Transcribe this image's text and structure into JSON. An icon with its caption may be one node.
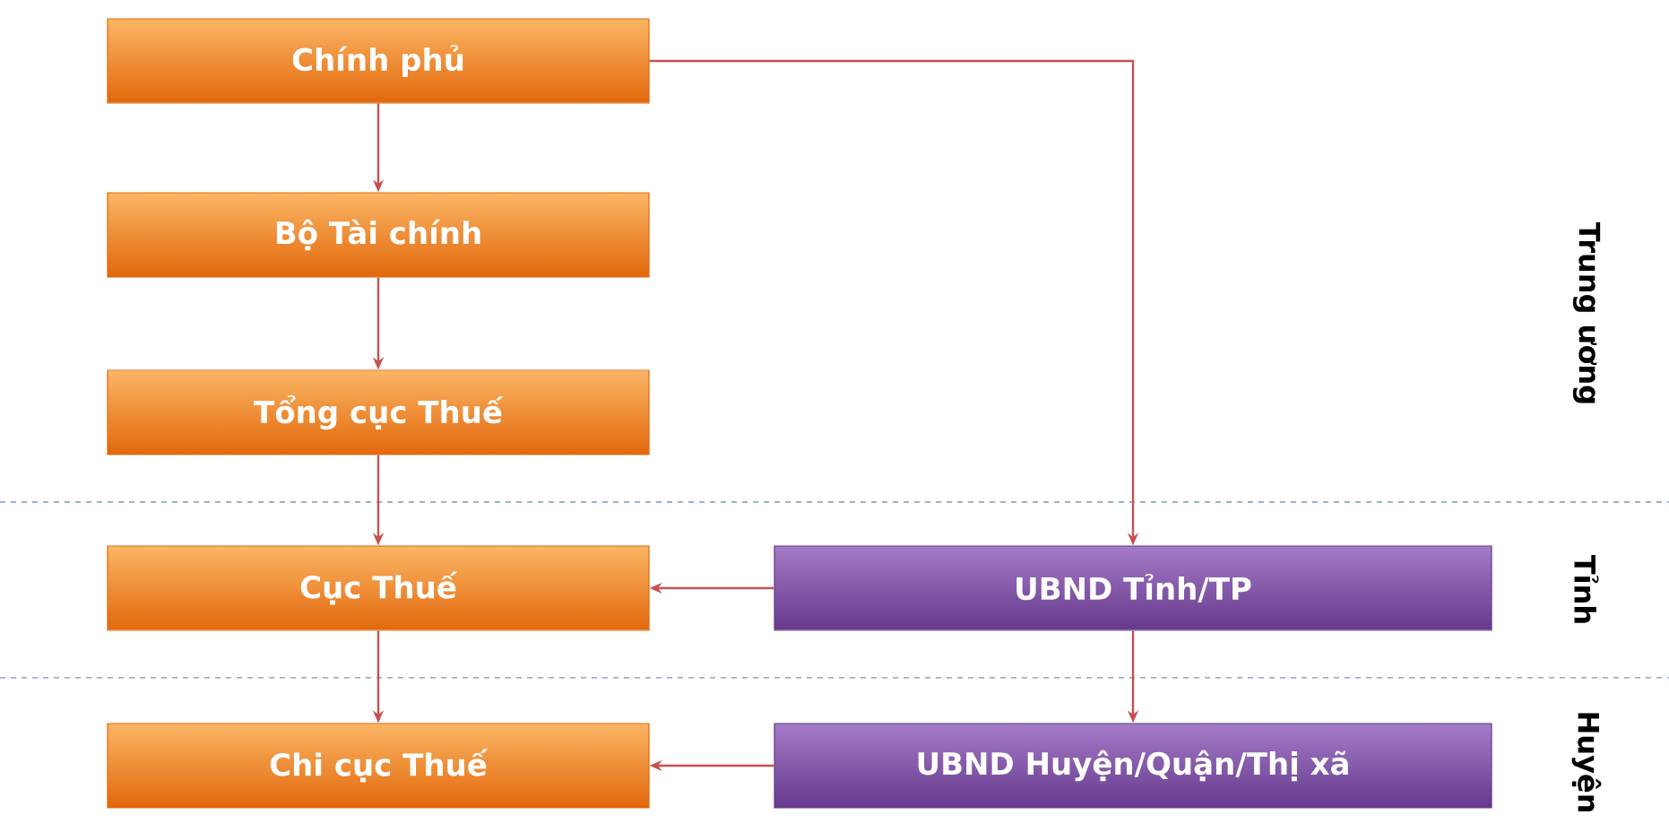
{
  "diagram": {
    "nodes": [
      {
        "text": [
          "Chính phủ"
        ]
      },
      {
        "text": [
          "Bộ Tài chính"
        ]
      },
      {
        "text": [
          "Tổng cục Thuế"
        ]
      },
      {
        "text": [
          "Cục Thuế"
        ]
      },
      {
        "text": [
          "UBND Tỉnh/TP"
        ]
      },
      {
        "text": [
          "Chi cục Thuế"
        ]
      },
      {
        "text": [
          "UBND Huyện/Quận/Thị xã"
        ]
      }
    ],
    "edges": [
      {
        "from": 0,
        "to": 1,
        "arrow": "to"
      },
      {
        "from": 1,
        "to": 2,
        "arrow": "to"
      },
      {
        "from": 2,
        "to": 3,
        "arrow": "to"
      },
      {
        "from": 3,
        "to": 5,
        "arrow": "to"
      },
      {
        "from": 0,
        "to": 4,
        "arrow": "to"
      },
      {
        "from": 4,
        "to": 3,
        "arrow": "to"
      },
      {
        "from": 4,
        "to": 6,
        "arrow": "to"
      },
      {
        "from": 6,
        "to": 5,
        "arrow": "to"
      }
    ],
    "labels": [
      "Trung ương",
      "Tỉnh",
      "Huyện"
    ]
  }
}
